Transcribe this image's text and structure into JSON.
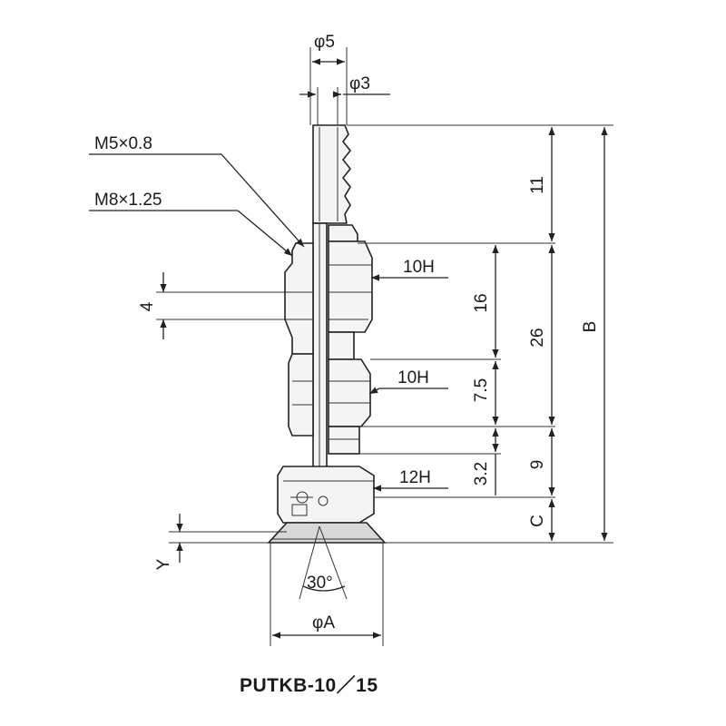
{
  "labels": {
    "dia5": "φ5",
    "dia3": "φ3",
    "thread1": "M5×0.8",
    "thread2": "M8×1.25",
    "hex1": "10H",
    "hex2": "10H",
    "hex3": "12H",
    "dim4": "4",
    "dim11": "11",
    "dim16": "16",
    "dim26": "26",
    "dim7_5": "7.5",
    "dim9": "9",
    "dim3_2": "3.2",
    "dimB": "B",
    "dimC": "C",
    "dimY": "Y",
    "angle": "30°",
    "diaA": "φA"
  },
  "caption": "PUTKB-10／15"
}
